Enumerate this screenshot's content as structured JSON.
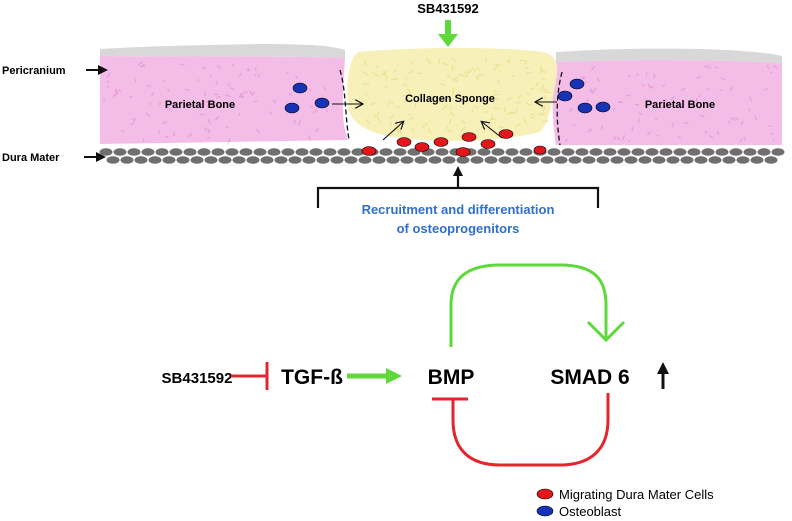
{
  "top_label": "SB431592",
  "labels": {
    "pericranium": "Pericranium",
    "dura_mater": "Dura Mater",
    "parietal_left": "Parietal Bone",
    "parietal_right": "Parietal Bone",
    "collagen_sponge": "Collagen Sponge"
  },
  "recruitment": {
    "line1": "Recruitment and differentiation",
    "line2": "of osteoprogenitors"
  },
  "pathway": {
    "inhibitor": "SB431592",
    "tgf": "TGF-ß",
    "bmp": "BMP",
    "smad": "SMAD 6"
  },
  "legend": {
    "migrating": "Migrating Dura Mater Cells",
    "osteoblast": "Osteoblast"
  },
  "colors": {
    "bone": "#f4bde8",
    "bone_speckle": "#e79ad8",
    "pericranium": "#d8d8d8",
    "sponge": "#f7f0b8",
    "sponge_speckle": "#ece08f",
    "dura": "#6f6f6f",
    "migrating_cell": "#e3161c",
    "osteoblast": "#1733b5",
    "green_arrow": "#5fd83c",
    "red_inhibit": "#e3262c",
    "blue_text": "#2f6fd0"
  }
}
